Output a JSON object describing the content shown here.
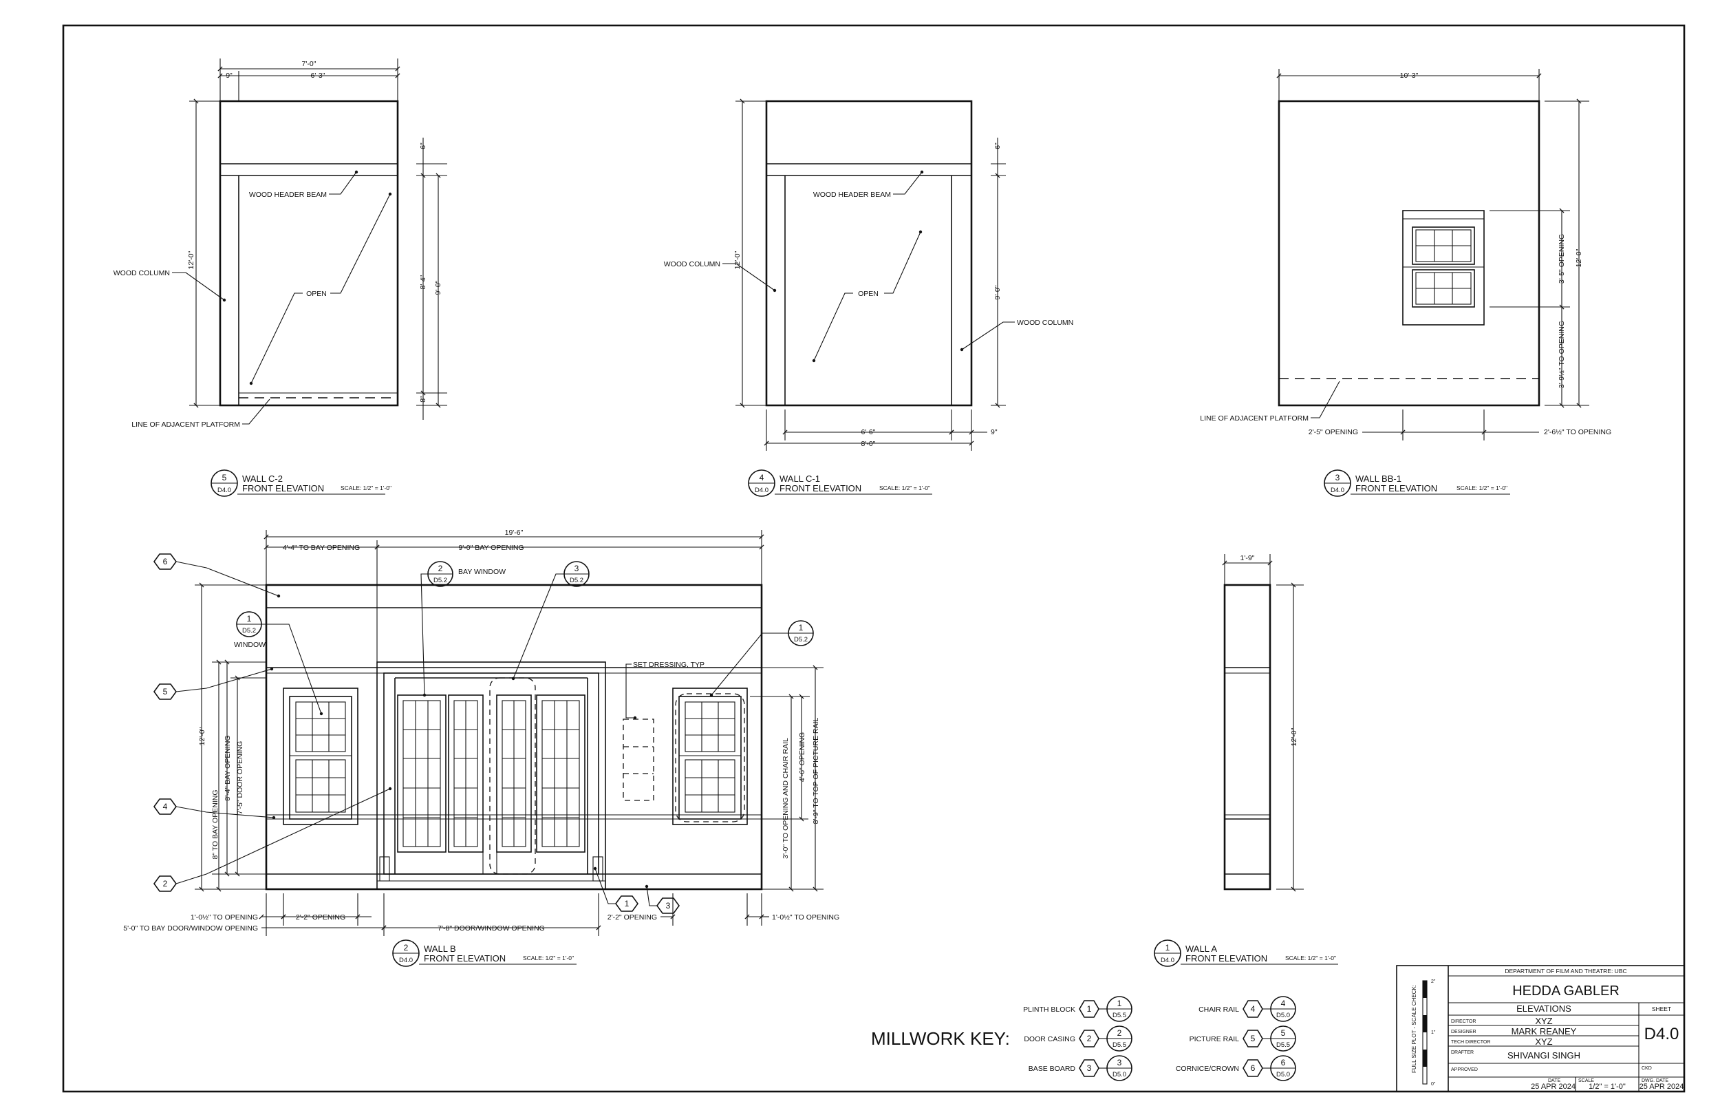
{
  "colors": {
    "ink": "#111111",
    "paper": "#ffffff"
  },
  "wall_c2": {
    "title": "WALL C-2",
    "subtitle": "FRONT ELEVATION",
    "scale": "SCALE:  1/2\" = 1'-0\"",
    "bubble_num": "5",
    "bubble_sheet": "D4.0",
    "dim_overall_w": "7'-0\"",
    "dim_left": "9\"",
    "dim_opening_w": "6'-3\"",
    "dim_height": "12'-0\"",
    "dim_header": "6\"",
    "dim_open_h1": "8'-4\"",
    "dim_open_h2": "9'-0\"",
    "dim_platform": "8\"",
    "label_header": "WOOD HEADER BEAM",
    "label_column": "WOOD COLUMN",
    "label_open": "OPEN",
    "label_platform": "LINE OF ADJACENT PLATFORM"
  },
  "wall_c1": {
    "title": "WALL C-1",
    "subtitle": "FRONT ELEVATION",
    "scale": "SCALE:  1/2\" = 1'-0\"",
    "bubble_num": "4",
    "bubble_sheet": "D4.0",
    "dim_height": "12'-0\"",
    "dim_header": "6\"",
    "dim_open_h": "9'-0\"",
    "dim_open_w": "6'-6\"",
    "dim_right": "9\"",
    "dim_overall_w": "8'-0\"",
    "label_header": "WOOD HEADER BEAM",
    "label_column_left": "WOOD COLUMN",
    "label_open": "OPEN",
    "label_column_right": "WOOD COLUMN"
  },
  "wall_bb1": {
    "title": "WALL BB-1",
    "subtitle": "FRONT ELEVATION",
    "scale": "SCALE:  1/2\" = 1'-0\"",
    "bubble_num": "3",
    "bubble_sheet": "D4.0",
    "dim_overall_w": "10'-3\"",
    "dim_height": "12'-0\"",
    "dim_window_h": "3'-5\" OPENING",
    "dim_sill": "3'-9½\" TO OPENING",
    "dim_left": "2'-5\" OPENING",
    "dim_right": "2'-6½\" TO OPENING",
    "label_platform": "LINE OF ADJACENT PLATFORM"
  },
  "wall_b": {
    "title": "WALL B",
    "subtitle": "FRONT ELEVATION",
    "scale": "SCALE:  1/2\" = 1'-0\"",
    "bubble_num": "2",
    "bubble_sheet": "D4.0",
    "dim_overall_w": "19'-6\"",
    "dim_to_bay": "4'-4\" TO BAY OPENING",
    "dim_bay": "9'-0\" BAY OPENING",
    "dim_height": "12'-0\"",
    "dim_to_bay_h": "8\" TO BAY OPENING",
    "dim_bay_h": "8'-4\" BAY OPENING",
    "dim_door_h": "7'-5\" DOOR OPENING",
    "dim_chair_rail": "3'-0\" TO OPENING AND CHAIR RAIL",
    "dim_opening_h": "4'-6\" OPENING",
    "dim_picture_rail": "8'-9\" TO TOP OF PICTURE RAIL",
    "dim_bottom_left1": "1'-0½\" TO OPENING",
    "dim_bottom_left2": "2'-2\" OPENING",
    "dim_bottom_left3": "5'-0\" TO BAY DOOR/WINDOW OPENING",
    "dim_bottom_mid": "7'-8\" DOOR/WINDOW OPENING",
    "dim_bottom_right1": "2'-2\" OPENING",
    "dim_bottom_right2": "1'-0½\" TO OPENING",
    "label_window": "WINDOW",
    "label_bay": "BAY WINDOW",
    "label_set_dressing": "SET DRESSING, TYP",
    "callouts": [
      {
        "num": "1",
        "sheet": "D5.2"
      },
      {
        "num": "2",
        "sheet": "D5.2"
      },
      {
        "num": "3",
        "sheet": "D5.2"
      },
      {
        "num": "1",
        "sheet": "D5.2"
      }
    ],
    "hex": [
      "6",
      "5",
      "4",
      "2",
      "1",
      "3"
    ]
  },
  "wall_a": {
    "title": "WALL A",
    "subtitle": "FRONT ELEVATION",
    "scale": "SCALE:  1/2\" = 1'-0\"",
    "bubble_num": "1",
    "bubble_sheet": "D4.0",
    "dim_w": "1'-9\"",
    "dim_h": "12'-0\""
  },
  "millwork": {
    "heading": "MILLWORK KEY:",
    "items": [
      {
        "label": "PLINTH BLOCK",
        "hex": "1",
        "num": "1",
        "sheet": "D5.5"
      },
      {
        "label": "DOOR CASING",
        "hex": "2",
        "num": "2",
        "sheet": "D5.5"
      },
      {
        "label": "BASE BOARD",
        "hex": "3",
        "num": "3",
        "sheet": "D5.0"
      },
      {
        "label": "CHAIR RAIL",
        "hex": "4",
        "num": "4",
        "sheet": "D5.0"
      },
      {
        "label": "PICTURE RAIL",
        "hex": "5",
        "num": "5",
        "sheet": "D5.5"
      },
      {
        "label": "CORNICE/CROWN",
        "hex": "6",
        "num": "6",
        "sheet": "D5.0"
      }
    ]
  },
  "title_block": {
    "department": "DEPARTMENT OF FILM AND THEATRE: UBC",
    "show": "HEDDA GABLER",
    "drawing": "ELEVATIONS",
    "sheet_label": "SHEET",
    "sheet": "D4.0",
    "director_label": "DIRECTOR",
    "director": "XYZ",
    "designer_label": "DESIGNER",
    "designer": "MARK REANEY",
    "tech_label": "TECH DIRECTOR",
    "tech": "XYZ",
    "drafter_label": "DRAFTER",
    "drafter": "SHIVANGI SINGH",
    "approved_label": "APPROVED",
    "date_label": "DATE",
    "date": "25 APR 2024",
    "scale_label": "SCALE",
    "scale": "1/2\" = 1'-0\"",
    "ckd_label": "CKD",
    "dwg_date_label": "DWG. DATE",
    "dwg_date": "25 APR 2024",
    "scale_check": "FULL SIZE PLOT - SCALE CHECK:",
    "scale_marks": [
      "2\"",
      "1\"",
      "0\""
    ]
  }
}
